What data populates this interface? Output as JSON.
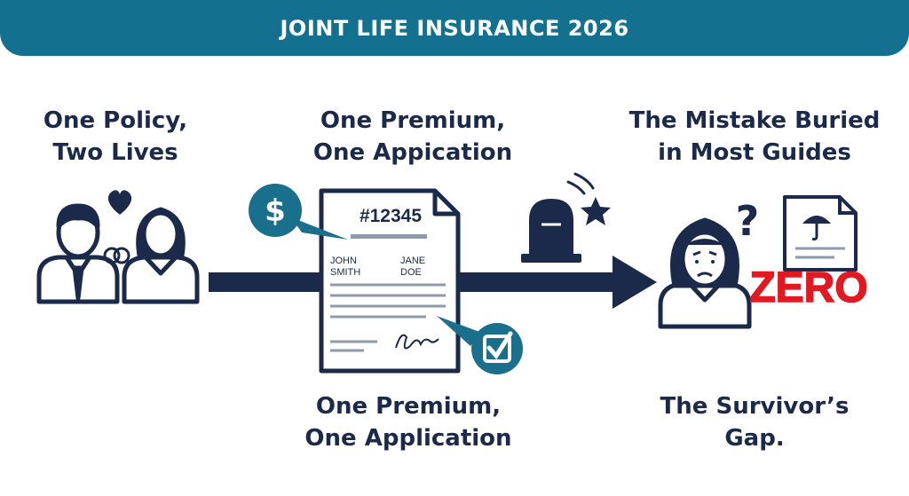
{
  "banner": {
    "title": "JOINT LIFE INSURANCE 2026"
  },
  "labels": {
    "policy": [
      "One Policy,",
      "Two Lives"
    ],
    "premium_top": [
      "One Premium,",
      "One Appication"
    ],
    "mistake": [
      "The Mistake Buried",
      "in Most Guides"
    ],
    "premium_bottom": [
      "One Premium,",
      "One Application"
    ],
    "gap": [
      "The Survivor’s",
      "Gap."
    ]
  },
  "document": {
    "policy_number": "#12345",
    "name_left": [
      "JOHN",
      "SMITH"
    ],
    "name_right": [
      "JANE",
      "DOE"
    ],
    "signature": "Jon"
  },
  "badges": {
    "zero": "ZERO",
    "dollar": "$",
    "question": "?"
  },
  "icons": {
    "couple": "couple-icon",
    "heart": "heart-icon",
    "rings": "wedding-rings-icon",
    "dollar": "dollar-bubble-icon",
    "checkbox": "checkbox-bubble-icon",
    "tombstone": "tombstone-icon",
    "star": "star-icon",
    "woman": "worried-woman-icon",
    "umbrella_doc": "umbrella-document-icon"
  },
  "colors": {
    "banner": "#14708f",
    "navy": "#1b2a4a",
    "teal": "#1a6f8c",
    "red": "#e01a22",
    "white": "#ffffff"
  }
}
